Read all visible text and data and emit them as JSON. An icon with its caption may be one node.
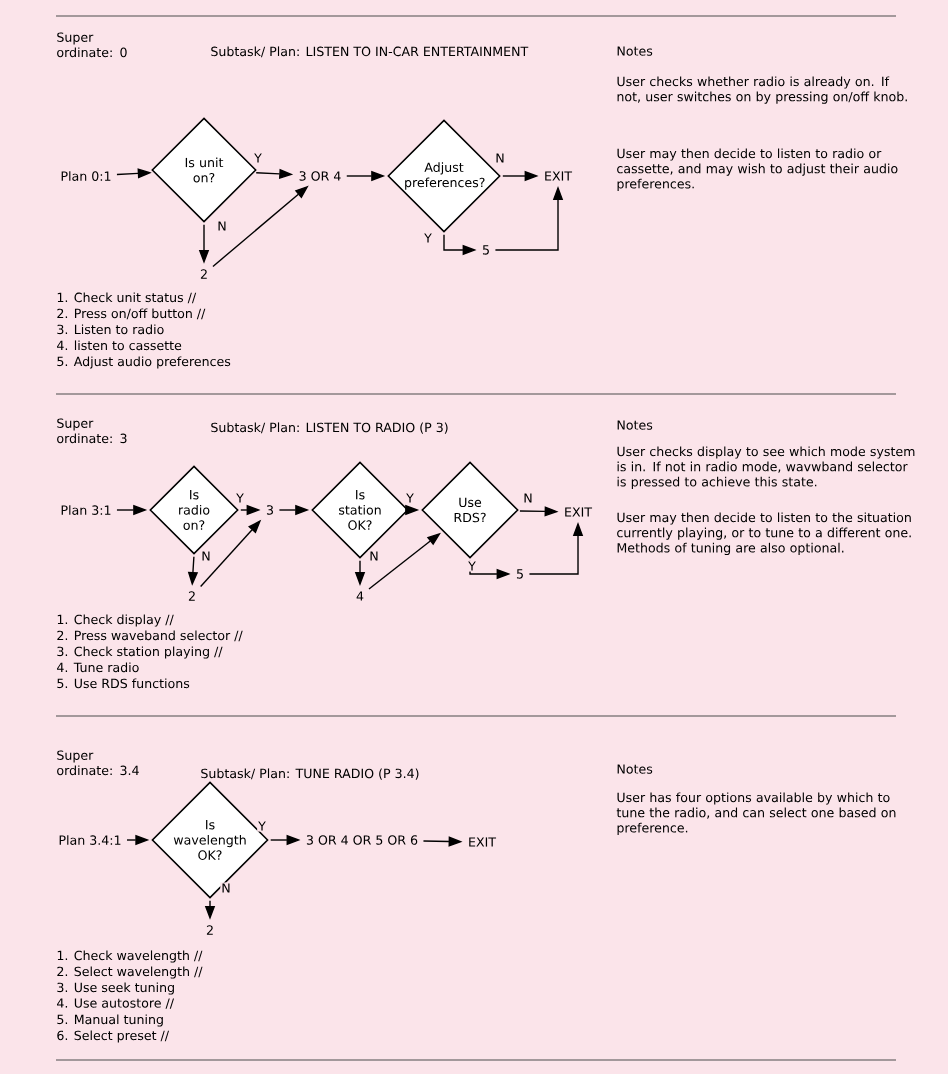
{
  "diagram": {
    "nodes": [
      {
        "text": [
          "Plan 0:1"
        ]
      },
      {
        "text": [
          "Is unit on?"
        ]
      },
      {
        "text": [
          "3 OR 4"
        ]
      },
      {
        "text": [
          "Adjust preferences?"
        ]
      },
      {
        "text": [
          "EXIT"
        ]
      },
      {
        "text": [
          "2"
        ]
      },
      {
        "text": [
          "5"
        ]
      },
      {
        "text": [
          "Plan 3:1"
        ]
      },
      {
        "text": [
          "Is radio on?"
        ]
      },
      {
        "text": [
          "3"
        ]
      },
      {
        "text": [
          "Is station OK?"
        ]
      },
      {
        "text": [
          "Use RDS?"
        ]
      },
      {
        "text": [
          "EXIT"
        ]
      },
      {
        "text": [
          "2"
        ]
      },
      {
        "text": [
          "4"
        ]
      },
      {
        "text": [
          "5"
        ]
      },
      {
        "text": [
          "Plan 3.4:1"
        ]
      },
      {
        "text": [
          "Is wavelength OK?"
        ]
      },
      {
        "text": [
          "3 OR 4 OR 5 OR 6"
        ]
      },
      {
        "text": [
          "EXIT"
        ]
      },
      {
        "text": [
          "2"
        ]
      }
    ],
    "edges": [
      {
        "from": 0,
        "to": 1,
        "arrow": "to"
      },
      {
        "from": 1,
        "to": 2,
        "arrow": "to",
        "label": "Y"
      },
      {
        "from": 1,
        "to": 5,
        "arrow": "to",
        "label": "N"
      },
      {
        "from": 5,
        "to": 2,
        "arrow": "to"
      },
      {
        "from": 2,
        "to": 3,
        "arrow": "to"
      },
      {
        "from": 3,
        "to": 4,
        "arrow": "to",
        "label": "N"
      },
      {
        "from": 3,
        "to": 6,
        "arrow": "to",
        "label": "Y"
      },
      {
        "from": 6,
        "to": 4,
        "arrow": "to"
      },
      {
        "from": 7,
        "to": 8,
        "arrow": "to"
      },
      {
        "from": 8,
        "to": 9,
        "arrow": "to",
        "label": "Y"
      },
      {
        "from": 8,
        "to": 13,
        "arrow": "to",
        "label": "N"
      },
      {
        "from": 13,
        "to": 9,
        "arrow": "to"
      },
      {
        "from": 9,
        "to": 10,
        "arrow": "to"
      },
      {
        "from": 10,
        "to": 11,
        "arrow": "to",
        "label": "Y"
      },
      {
        "from": 10,
        "to": 14,
        "arrow": "to",
        "label": "N"
      },
      {
        "from": 14,
        "to": 11,
        "arrow": "to"
      },
      {
        "from": 11,
        "to": 12,
        "arrow": "to",
        "label": "N"
      },
      {
        "from": 11,
        "to": 15,
        "arrow": "to",
        "label": "Y"
      },
      {
        "from": 15,
        "to": 12,
        "arrow": "to"
      },
      {
        "from": 16,
        "to": 17,
        "arrow": "to"
      },
      {
        "from": 17,
        "to": 18,
        "arrow": "to",
        "label": "Y"
      },
      {
        "from": 17,
        "to": 20,
        "arrow": "to",
        "label": "N"
      },
      {
        "from": 18,
        "to": 19,
        "arrow": "to"
      }
    ],
    "labels": [
      "Super ordinate: 0",
      "Subtask/ Plan: LISTEN TO IN-CAR ENTERTAINMENT",
      "Notes",
      "User checks whether radio is already on. If not, user switches on by pressing on/off knob.",
      "User may then decide to listen to radio or cassette, and may wish to adjust their audio preferences.",
      "1. Check unit status //",
      "2. Press on/off button //",
      "3. Listen to radio",
      "4. listen to cassette",
      "5. Adjust audio preferences",
      "Super ordinate: 3",
      "Subtask/ Plan: LISTEN TO RADIO (P 3)",
      "Notes",
      "User checks display to see which mode system is in. If not in radio mode, wavwband selector is pressed to achieve this state.",
      "User may then decide to listen to the situation currently playing, or to tune to a different one. Methods of tuning are also optional.",
      "1. Check display //",
      "2. Press waveband selector //",
      "3. Check station playing //",
      "4. Tune radio",
      "5. Use RDS functions",
      "Super ordinate: 3.4",
      "Subtask/ Plan: TUNE RADIO (P 3.4)",
      "Notes",
      "User has four options available by which to tune the radio, and can select one based on preference.",
      "1. Check wavelength //",
      "2. Select wavelength //",
      "3. Use seek tuning",
      "4. Use autostore //",
      "5. Manual tuning",
      "6. Select preset //"
    ]
  }
}
